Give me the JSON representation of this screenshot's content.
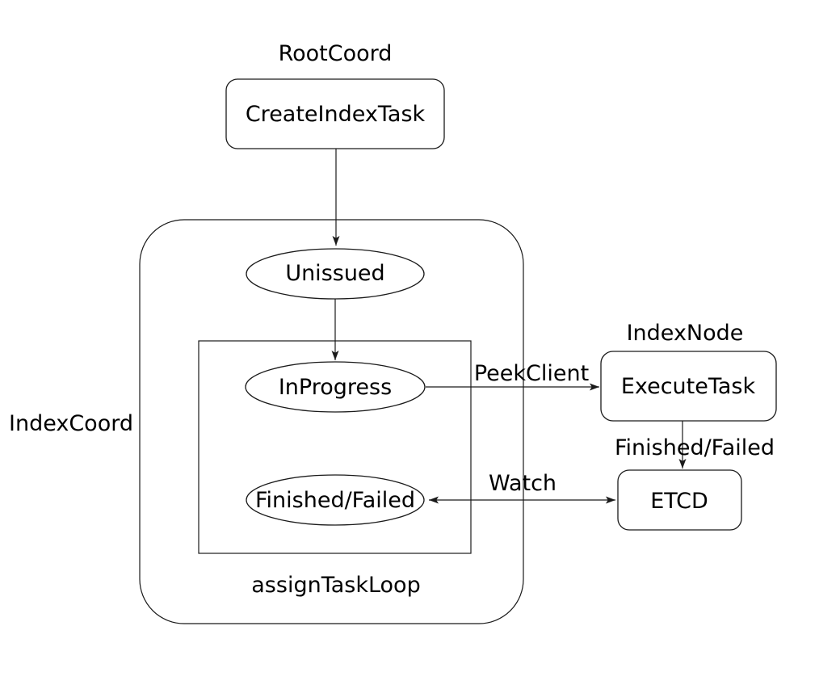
{
  "colors": {
    "background": "#ffffff",
    "stroke": "#1a1a1a",
    "text": "#000000"
  },
  "groups": {
    "root_coord": {
      "label": "RootCoord"
    },
    "index_coord": {
      "label": "IndexCoord"
    },
    "index_node": {
      "label": "IndexNode"
    },
    "assign_task_loop": {
      "label": "assignTaskLoop"
    }
  },
  "nodes": {
    "create_index_task": {
      "label": "CreateIndexTask",
      "shape": "rounded-rect"
    },
    "unissued": {
      "label": "Unissued",
      "shape": "ellipse"
    },
    "in_progress": {
      "label": "InProgress",
      "shape": "ellipse"
    },
    "finished_failed": {
      "label": "Finished/Failed",
      "shape": "ellipse"
    },
    "execute_task": {
      "label": "ExecuteTask",
      "shape": "rounded-rect"
    },
    "etcd": {
      "label": "ETCD",
      "shape": "rounded-rect"
    }
  },
  "edges": {
    "create_to_unissued": {
      "label": ""
    },
    "unissued_to_inprogress": {
      "label": ""
    },
    "peek_client": {
      "label": "PeekClient"
    },
    "finished_failed": {
      "label": "Finished/Failed"
    },
    "watch": {
      "label": "Watch"
    }
  }
}
